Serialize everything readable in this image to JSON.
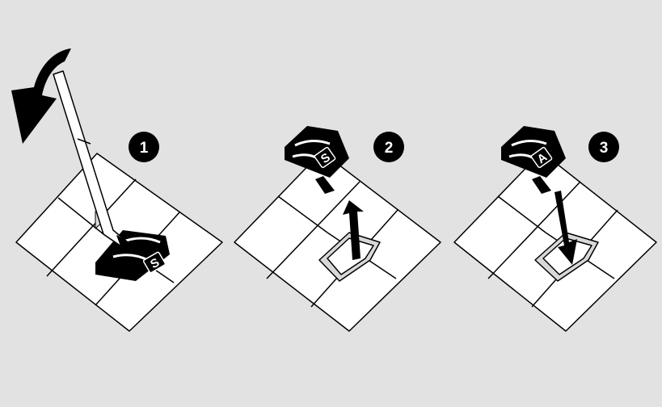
{
  "steps": [
    {
      "number": "1",
      "old_key_letter": "S"
    },
    {
      "number": "2",
      "old_key_letter": "S"
    },
    {
      "number": "3",
      "new_key_letter": "A"
    }
  ],
  "colors": {
    "background": "#e2e2e2",
    "ink": "#000000",
    "paper": "#ffffff"
  }
}
